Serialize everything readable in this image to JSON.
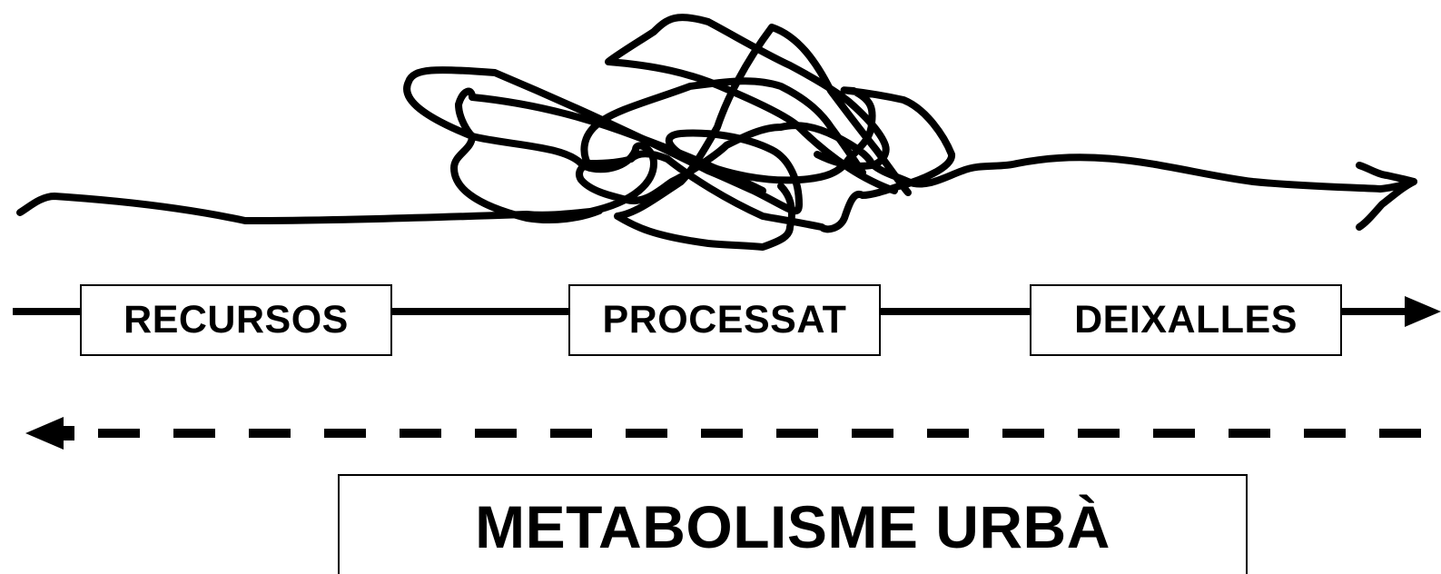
{
  "diagram": {
    "stages": [
      {
        "label": "RECURSOS"
      },
      {
        "label": "PROCESSAT"
      },
      {
        "label": "DEIXALLES"
      }
    ],
    "title": "METABOLISME URBÀ",
    "line_color": "#000000",
    "background": "#ffffff",
    "flows": {
      "tangled_arrow": "points right",
      "linear_arrow": "points right",
      "dashed_arrow": "points left"
    }
  }
}
